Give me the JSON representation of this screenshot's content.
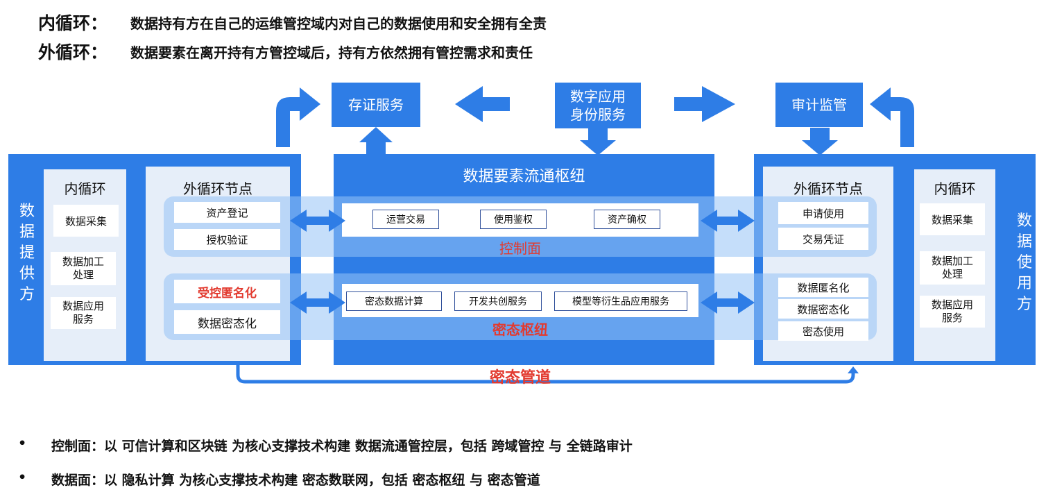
{
  "header": {
    "inner_label": "内循环：",
    "inner_text": "数据持有方在自己的运维管控域内对自己的数据使用和安全拥有全责",
    "outer_label": "外循环：",
    "outer_text": "数据要素在离开持有方管控域后，持有方依然拥有管控需求和责任"
  },
  "services": {
    "evidence": "存证服务",
    "identity_line1": "数字应用",
    "identity_line2": "身份服务",
    "audit": "审计监管"
  },
  "provider": {
    "side_title": [
      "数",
      "据",
      "提",
      "供",
      "方"
    ],
    "inner_title": "内循环",
    "inner_items": [
      "数据采集",
      "数据加工\n处理",
      "数据应用\n服务"
    ],
    "outer_title": "外循环节点",
    "control_items": [
      "资产登记",
      "授权验证"
    ],
    "secure_item1": "受控匿名化",
    "secure_item2": "数据密态化"
  },
  "hub": {
    "title": "数据要素流通枢纽",
    "control_items": [
      "运营交易",
      "使用鉴权",
      "资产确权"
    ],
    "control_label": "控制面",
    "secure_items": [
      "密态数据计算",
      "开发共创服务",
      "模型等衍生品应用服务"
    ],
    "secure_label": "密态枢纽"
  },
  "consumer": {
    "side_title": [
      "数",
      "据",
      "使",
      "用",
      "方"
    ],
    "inner_title": "内循环",
    "inner_items": [
      "数据采集",
      "数据加工\n处理",
      "数据应用\n服务"
    ],
    "outer_title": "外循环节点",
    "control_items": [
      "申请使用",
      "交易凭证"
    ],
    "secure_items": [
      "数据匿名化",
      "数据密态化",
      "密态使用"
    ]
  },
  "pipe_label": "密态管道",
  "bullets": [
    {
      "dot": "•",
      "text": "控制面：以 可信计算和区块链 为核心支撑技术构建 数据流通管控层，包括 跨域管控 与 全链路审计"
    },
    {
      "dot": "•",
      "text": "数据面：以 隐私计算 为核心支撑技术构建 密态数联网，包括 密态枢纽 与 密态管道"
    }
  ],
  "colors": {
    "primary_blue": "#2e7de6",
    "light_panel": "#e6eef9",
    "band": "#96c3f5",
    "highlight_red": "#e23a2f"
  }
}
